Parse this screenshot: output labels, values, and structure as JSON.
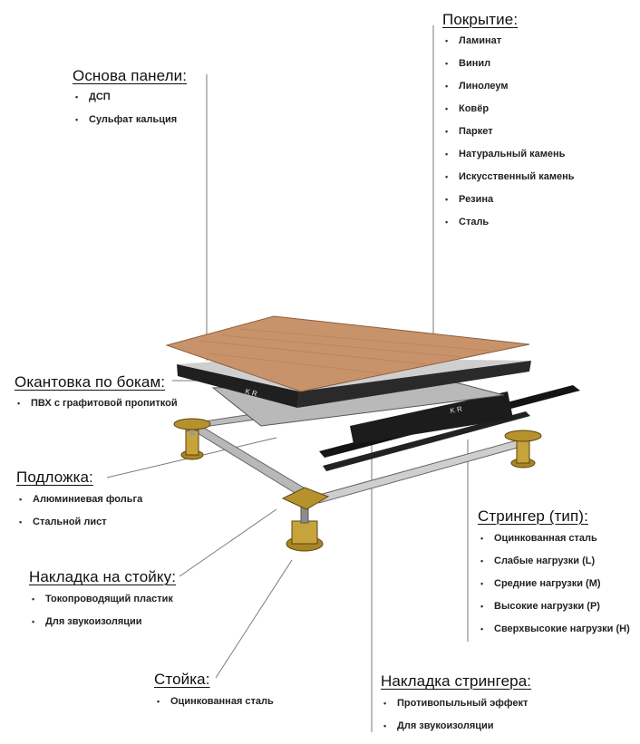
{
  "colors": {
    "wood": "#c8936b",
    "wood_dark": "#a87452",
    "panel_dark": "#222222",
    "panel_grey": "#bcbcbc",
    "stringer_grey": "#c9c9c9",
    "pedestal_gold": "#b5922c",
    "leader_line": "#7a7a7a"
  },
  "panel_brand": "K R",
  "labels": {
    "cover": {
      "title": "Покрытие",
      "colon": ":",
      "items": [
        "Ламинат",
        "Винил",
        "Линолеум",
        "Ковёр",
        "Паркет",
        "Натуральный камень",
        "Искусственный камень",
        "Резина",
        "Сталь"
      ]
    },
    "base": {
      "title": "Основа панели",
      "colon": ":",
      "items": [
        "ДСП",
        "Сульфат кальция"
      ]
    },
    "edge": {
      "title": "Окантовка по бокам",
      "colon": ":",
      "items": [
        "ПВХ с графитовой  пропиткой"
      ]
    },
    "underlay": {
      "title": "Подложка",
      "colon": ":",
      "items": [
        "Алюминиевая фольга",
        "Стальной лист"
      ]
    },
    "pedestal_cap": {
      "title": "Накладка на стойку",
      "colon": ":",
      "items": [
        "Токопроводящий пластик",
        "Для звукоизоляции"
      ]
    },
    "stringer": {
      "title": "Стрингер (тип)",
      "colon": ":",
      "items": [
        "Оцинкованная сталь",
        "Слабые нагрузки (L)",
        "Средние нагрузки (M)",
        "Высокие нагрузки (Р)",
        "Сверхвысокие нагрузки (H)"
      ]
    },
    "pedestal": {
      "title": "Стойка",
      "colon": ":",
      "items": [
        "Оцинкованная сталь"
      ]
    },
    "stringer_gasket": {
      "title": "Накладка стрингера",
      "colon": ":",
      "items": [
        "Противопыльный эффект",
        "Для звукоизоляции"
      ]
    }
  }
}
